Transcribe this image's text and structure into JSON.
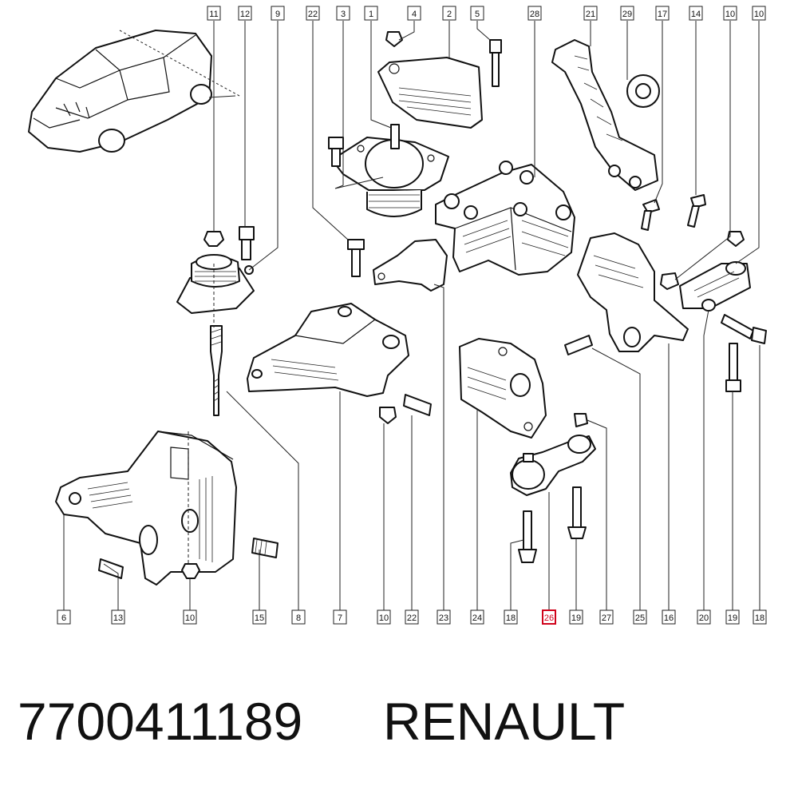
{
  "top_labels": [
    "11",
    "12",
    "9",
    "22",
    "3",
    "1",
    "4",
    "2",
    "5",
    "28",
    "21",
    "29",
    "17",
    "14",
    "10",
    "10"
  ],
  "bottom_labels": [
    "6",
    "13",
    "10",
    "15",
    "8",
    "7",
    "10",
    "22",
    "23",
    "24",
    "18",
    "26",
    "19",
    "27",
    "25",
    "16",
    "20",
    "19",
    "18"
  ],
  "highlighted_label": "26",
  "highlight_color": "#d0021b",
  "footer": {
    "part_number": "7700411189",
    "brand": "RENAULT"
  }
}
